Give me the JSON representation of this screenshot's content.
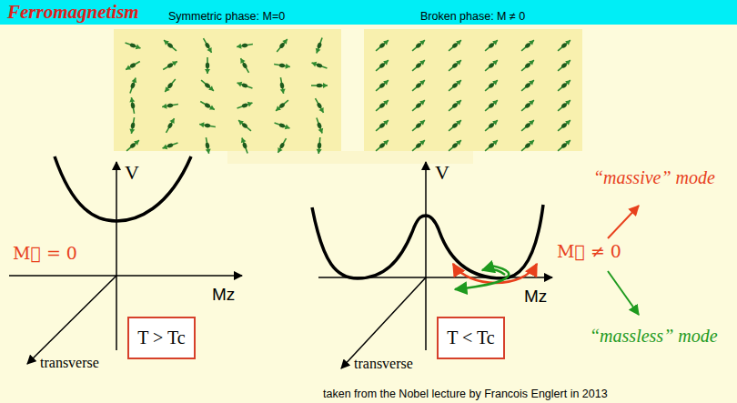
{
  "diagram": {
    "title": "Ferromagnetism",
    "caption": "taken from the Nobel lecture by Francois Englert in 2013",
    "nodes": [
      {
        "text": [
          "T > Tc"
        ]
      },
      {
        "text": [
          "T < Tc"
        ]
      }
    ],
    "labels": [
      "Symmetric phase: M=0",
      "Broken phase: M ≠ 0",
      "V",
      "M⃗ = 0",
      "Mz",
      "transverse",
      "V",
      "Mz",
      "transverse",
      "M⃗ ≠ 0",
      "“massive” mode",
      "“massless” mode"
    ]
  }
}
